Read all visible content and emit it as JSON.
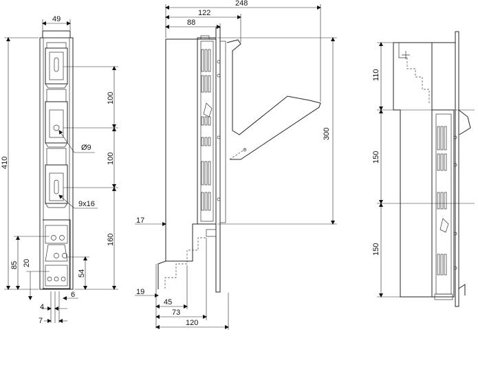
{
  "front_view": {
    "width_label": "49",
    "height_label": "410",
    "pitch_top_label": "100",
    "pitch_mid_label": "100",
    "pitch_low_label": "160",
    "hole_label": "Ø9",
    "slot_label": "9x16",
    "foot_label_85": "85",
    "foot_label_20": "20",
    "foot_label_54": "54",
    "foot_label_4": "4",
    "foot_label_7": "7",
    "foot_label_6": "6"
  },
  "side_view": {
    "overall_width_label": "248",
    "width_122_label": "122",
    "width_88_label": "88",
    "open_height_label": "300",
    "offset_17_label": "17",
    "offset_19_label": "19",
    "depth_45_label": "45",
    "depth_73_label": "73",
    "depth_120_label": "120"
  },
  "rear_view": {
    "top_label": "110",
    "mid_label": "150",
    "low_label": "150"
  }
}
